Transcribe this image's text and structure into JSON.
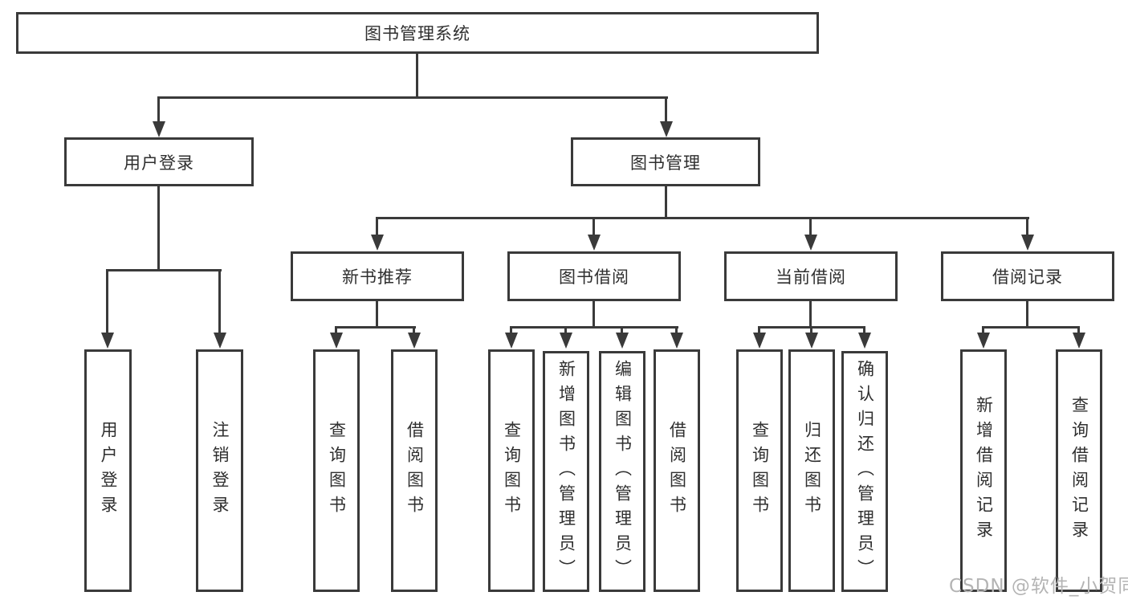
{
  "diagram": {
    "type": "hierarchy-tree",
    "root": {
      "label": "图书管理系统",
      "children": [
        {
          "label": "用户登录",
          "children": [
            {
              "label": "用户登录"
            },
            {
              "label": "注销登录"
            }
          ]
        },
        {
          "label": "图书管理",
          "children": [
            {
              "label": "新书推荐",
              "children": [
                {
                  "label": "查询图书"
                },
                {
                  "label": "借阅图书"
                }
              ]
            },
            {
              "label": "图书借阅",
              "children": [
                {
                  "label": "查询图书"
                },
                {
                  "label": "新增图书（管理员）"
                },
                {
                  "label": "编辑图书（管理员）"
                },
                {
                  "label": "借阅图书"
                }
              ]
            },
            {
              "label": "当前借阅",
              "children": [
                {
                  "label": "查询图书"
                },
                {
                  "label": "归还图书"
                },
                {
                  "label": "确认归还（管理员）"
                }
              ]
            },
            {
              "label": "借阅记录",
              "children": [
                {
                  "label": "新增借阅记录"
                },
                {
                  "label": "查询借阅记录"
                }
              ]
            }
          ]
        }
      ]
    },
    "colors": {
      "line": "#3a3a3a",
      "text": "#2f2f2f",
      "bg": "#ffffff",
      "watermark": "#b4b4b4"
    }
  },
  "watermark": {
    "text": "CSDN @软件_小贺同学"
  }
}
